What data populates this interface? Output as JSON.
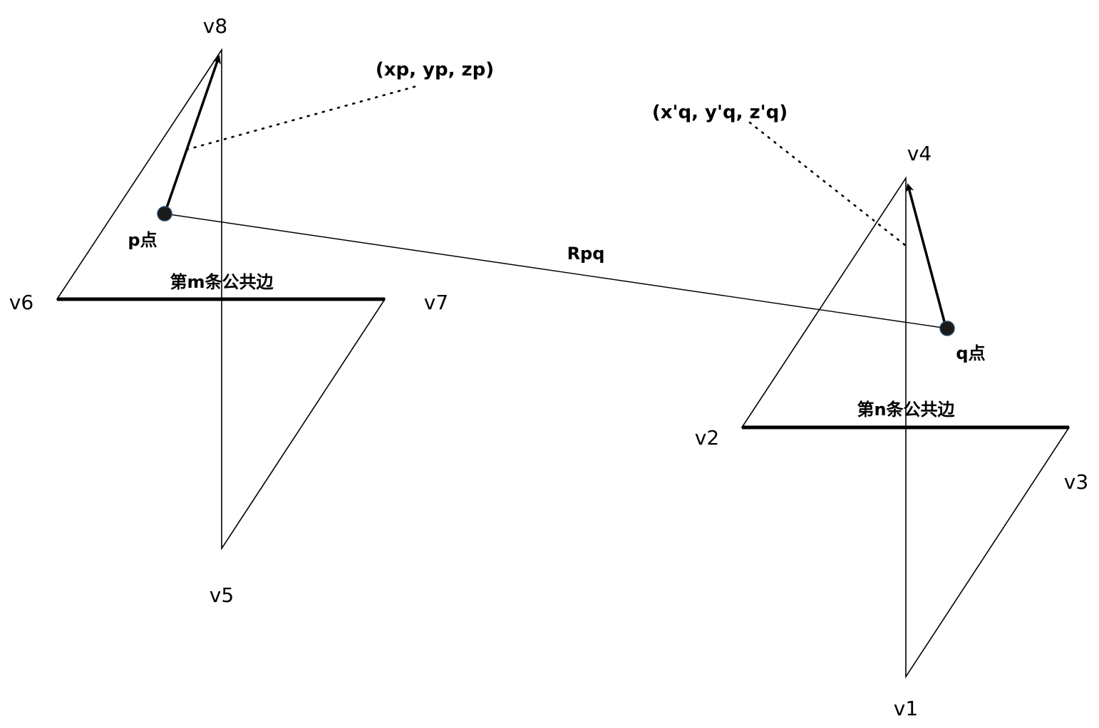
{
  "left_rhombus": {
    "vertices": {
      "top": "v8",
      "left": "v6",
      "right": "v7",
      "bottom": "v5"
    },
    "shared_edge_label": "第m条公共边",
    "point_label": "p点",
    "coord_label": "(xp, yp, zp)"
  },
  "right_rhombus": {
    "vertices": {
      "top": "v4",
      "left": "v2",
      "right": "v3",
      "bottom": "v1"
    },
    "shared_edge_label": "第n条公共边",
    "point_label": "q点",
    "coord_label": "(x'q, y'q, z'q)"
  },
  "distance_label": "Rpq",
  "colors": {
    "line": "#000000",
    "point_fill": "#1a1a1a",
    "point_stroke": "#2b4a6b"
  }
}
